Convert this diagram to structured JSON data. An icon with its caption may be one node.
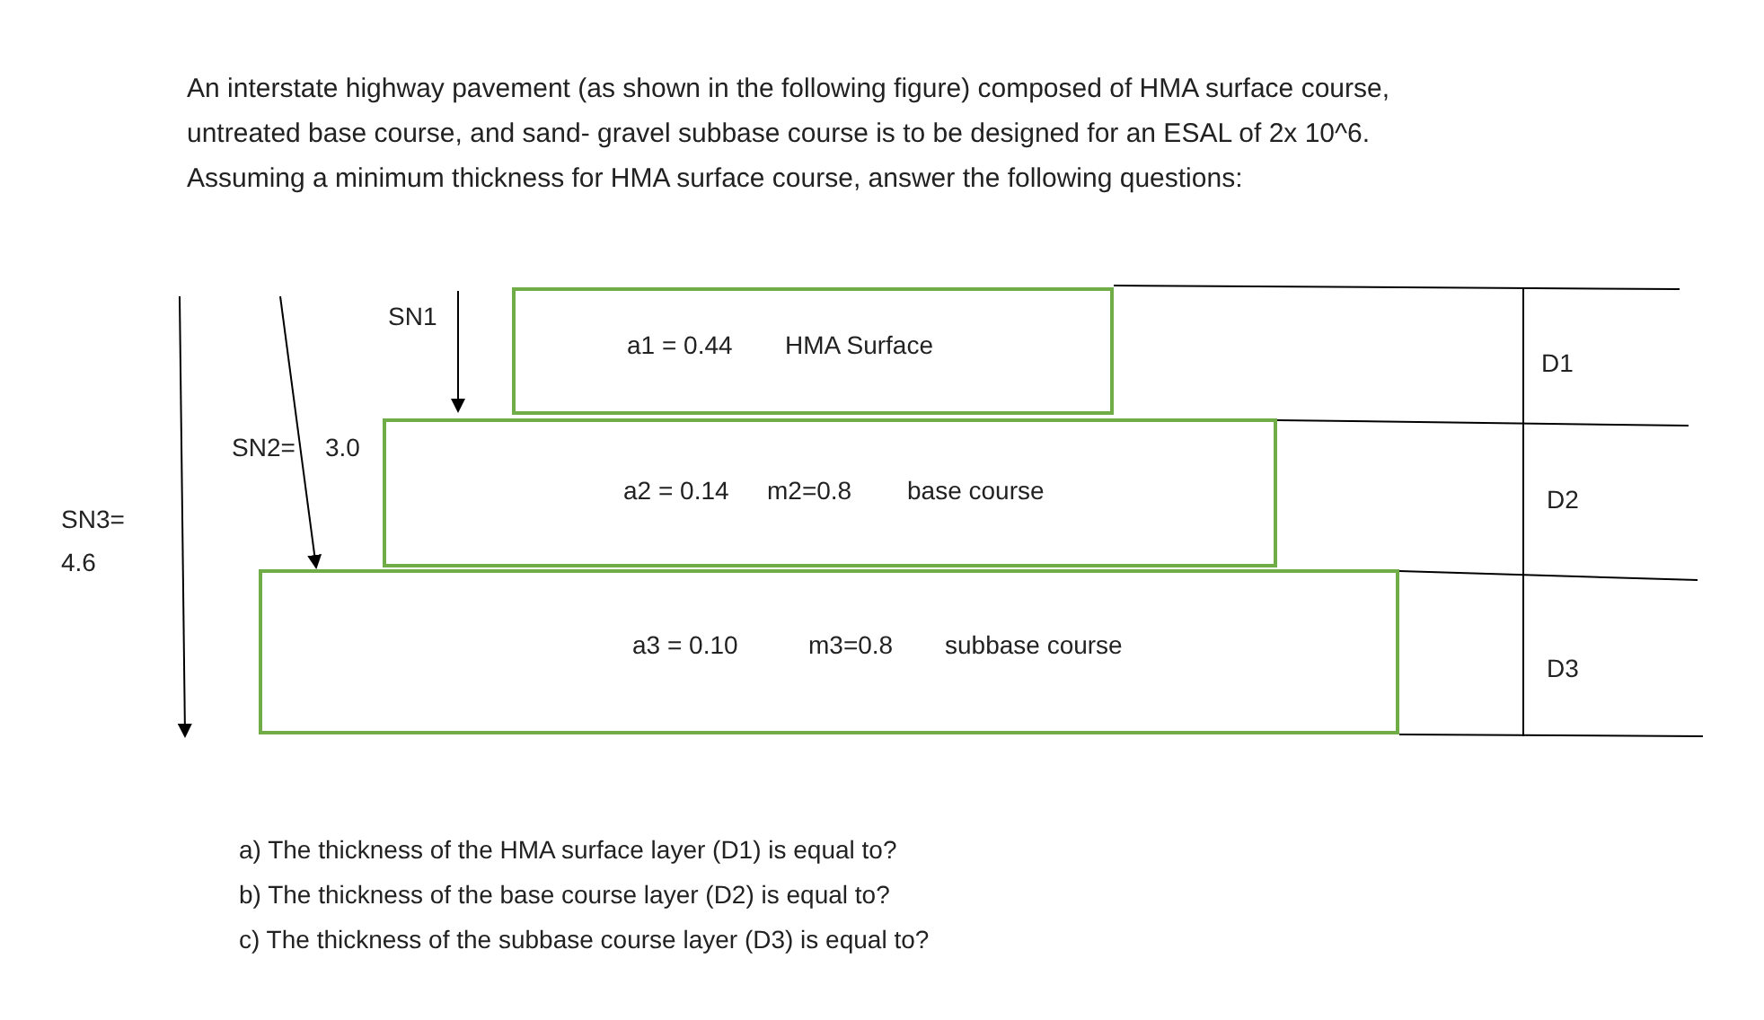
{
  "diagram": {
    "title": "An interstate highway pavement (as shown in the following figure) composed of HMA surface course, untreated base course, and sand- gravel subbase course is to be designed for an ESAL of 2x 10^6. Assuming a minimum thickness for HMA surface course, answer the following questions:",
    "nodes": [
      {
        "text": [
          "a1 = 0.44",
          "HMA Surface"
        ]
      },
      {
        "text": [
          "a2 = 0.14",
          "m2=0.8",
          "base course"
        ]
      },
      {
        "text": [
          "a3 = 0.10",
          "m3=0.8",
          "subbase course"
        ]
      }
    ],
    "labels": [
      "SN1",
      "SN2=",
      "3.0",
      "SN3= 4.6",
      "D1",
      "D2",
      "D3",
      "a) The thickness of the HMA surface layer (D1) is equal to?",
      "b) The thickness of the base course layer (D2) is equal to?",
      "c) The thickness of the subbase course layer (D3) is equal to?"
    ]
  }
}
